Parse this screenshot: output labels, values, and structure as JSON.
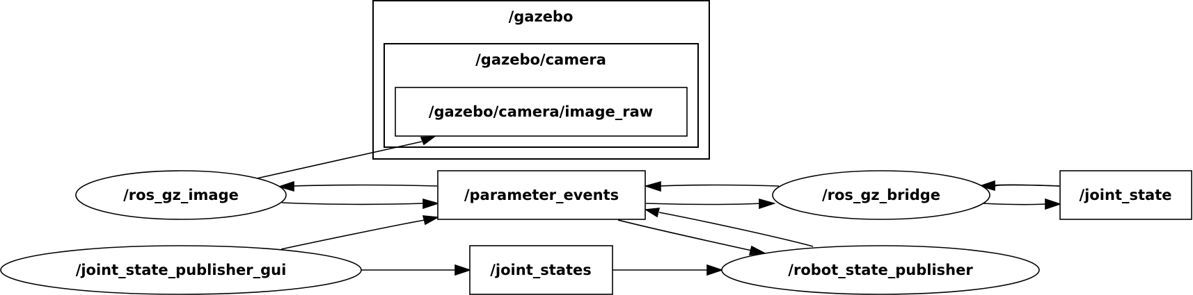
{
  "clusters": {
    "gazebo": "/gazebo",
    "gazebo_camera": "/gazebo/camera"
  },
  "nodes": {
    "image_raw": "/gazebo/camera/image_raw",
    "ros_gz_image": "/ros_gz_image",
    "parameter_events": "/parameter_events",
    "ros_gz_bridge": "/ros_gz_bridge",
    "joint_state": "/joint_state",
    "joint_state_publisher_gui": "/joint_state_publisher_gui",
    "joint_states": "/joint_states",
    "robot_state_publisher": "/robot_state_publisher"
  },
  "edges": [
    {
      "from": "/ros_gz_image",
      "to": "/gazebo/camera/image_raw"
    },
    {
      "from": "/parameter_events",
      "to": "/ros_gz_image"
    },
    {
      "from": "/ros_gz_image",
      "to": "/parameter_events"
    },
    {
      "from": "/joint_state_publisher_gui",
      "to": "/parameter_events"
    },
    {
      "from": "/joint_state_publisher_gui",
      "to": "/joint_states"
    },
    {
      "from": "/joint_states",
      "to": "/robot_state_publisher"
    },
    {
      "from": "/ros_gz_bridge",
      "to": "/parameter_events"
    },
    {
      "from": "/parameter_events",
      "to": "/ros_gz_bridge"
    },
    {
      "from": "/joint_state",
      "to": "/ros_gz_bridge"
    },
    {
      "from": "/ros_gz_bridge",
      "to": "/joint_state"
    },
    {
      "from": "/parameter_events",
      "to": "/robot_state_publisher"
    },
    {
      "from": "/robot_state_publisher",
      "to": "/parameter_events"
    }
  ]
}
